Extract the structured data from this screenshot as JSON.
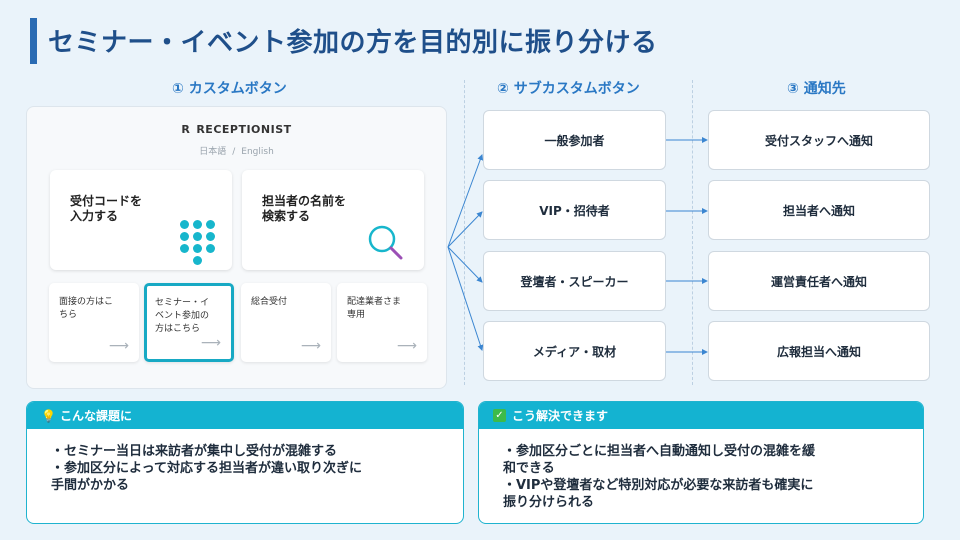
{
  "title": "セミナー・イベント参加の方を目的別に振り分ける",
  "sections": {
    "custom_button": "① カスタムボタン",
    "sub_custom_button": "② サブカスタムボタン",
    "notify_to": "③ 通知先"
  },
  "tablet": {
    "brand_mark": "R",
    "brand": "RECEPTIONIST",
    "lang_ja": "日本語",
    "lang_sep": "/",
    "lang_en": "English",
    "big_cards": [
      {
        "label": "受付コードを\n入力する",
        "icon": "keypad-icon"
      },
      {
        "label": "担当者の名前を\n検索する",
        "icon": "search-icon"
      }
    ],
    "small_cards": [
      {
        "label": "面接の方はこ\nちら",
        "active": false
      },
      {
        "label": "セミナー・イ\nベント参加の\n方はこちら",
        "active": true
      },
      {
        "label": "総合受付",
        "active": false
      },
      {
        "label": "配達業者さま\n専用",
        "active": false
      }
    ],
    "arrow": "⟶"
  },
  "sub_buttons": [
    "一般参加者",
    "VIP・招待者",
    "登壇者・スピーカー",
    "メディア・取材"
  ],
  "notify": [
    "受付スタッフへ通知",
    "担当者へ通知",
    "運営責任者へ通知",
    "広報担当へ通知"
  ],
  "problem": {
    "icon": "💡",
    "title": "こんな課題に",
    "lines": [
      "・セミナー当日は来訪者が集中し受付が混雑する",
      "・参加区分によって対応する担当者が違い取り次ぎに",
      "手間がかかる"
    ]
  },
  "solution": {
    "icon": "✓",
    "title": "こう解決できます",
    "lines": [
      "・参加区分ごとに担当者へ自動通知し受付の混雑を緩",
      "和できる",
      "・VIPや登壇者など特別対応が必要な来訪者も確実に",
      "振り分けられる"
    ]
  },
  "colors": {
    "accent": "#2a78c4",
    "title": "#1f4f8a",
    "teal": "#14b3d1",
    "check": "#3dbb4a"
  }
}
